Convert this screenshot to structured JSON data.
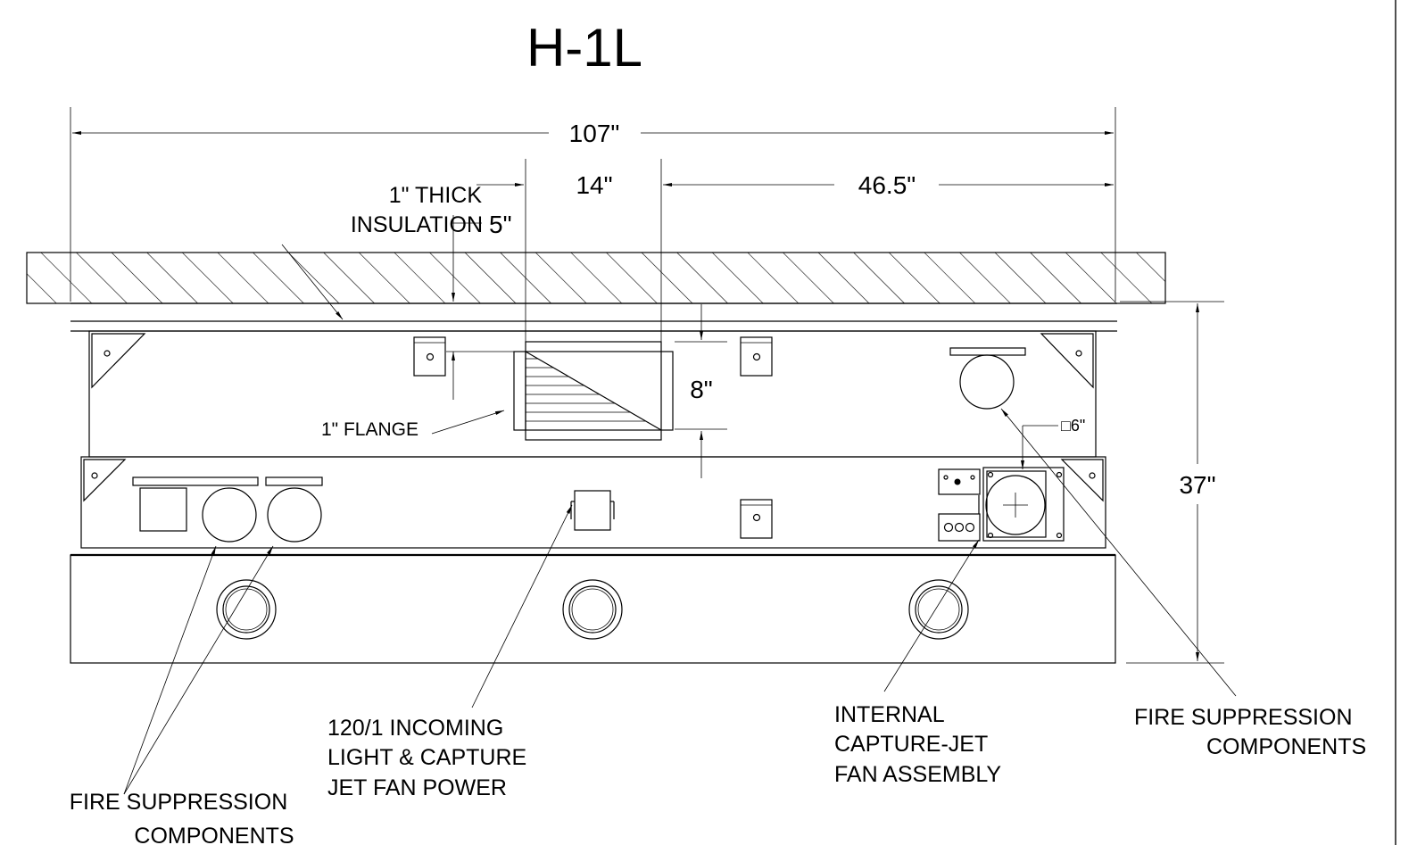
{
  "title": "H-1L",
  "dimensions": {
    "overall_width": "107\"",
    "segment_14": "14\"",
    "segment_46_5": "46.5\"",
    "insulation_gap": "5\"",
    "duct_height": "8\"",
    "overall_depth": "37\"",
    "fan_opening": "□6\""
  },
  "labels": {
    "insulation_line1": "1\" THICK",
    "insulation_line2": "INSULATION",
    "flange": "1\" FLANGE",
    "power_line1": "120/1 INCOMING",
    "power_line2": "LIGHT & CAPTURE",
    "power_line3": "JET FAN POWER",
    "fan_line1": "INTERNAL",
    "fan_line2": "CAPTURE-JET",
    "fan_line3": "FAN ASSEMBLY",
    "fire_left_line1": "FIRE SUPPRESSION",
    "fire_left_line2": "COMPONENTS",
    "fire_right_line1": "FIRE SUPPRESSION",
    "fire_right_line2": "COMPONENTS"
  }
}
